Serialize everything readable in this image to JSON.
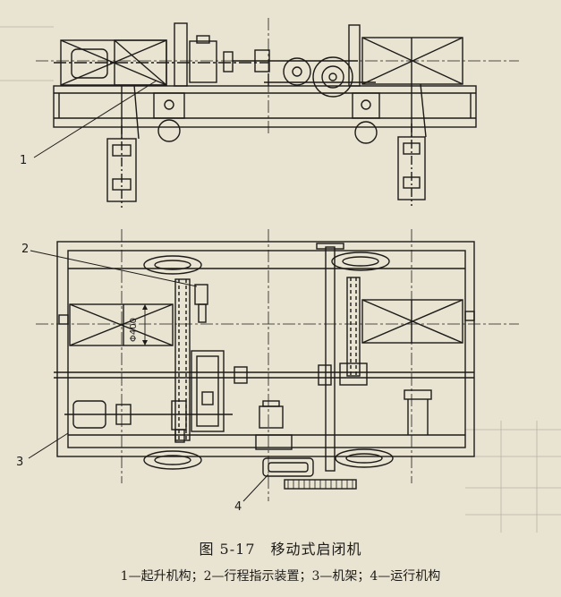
{
  "figure": {
    "title": "图 5-17　移动式启闭机",
    "legend": "1—起升机构；2—行程指示装置；3—机架；4—运行机构",
    "callouts": [
      "1",
      "2",
      "3",
      "4"
    ],
    "dimension_label": "Φ400"
  },
  "colors": {
    "paper": "#e9e3d2",
    "ink": "#1d1b18",
    "bleed": "#b9b3a5"
  }
}
